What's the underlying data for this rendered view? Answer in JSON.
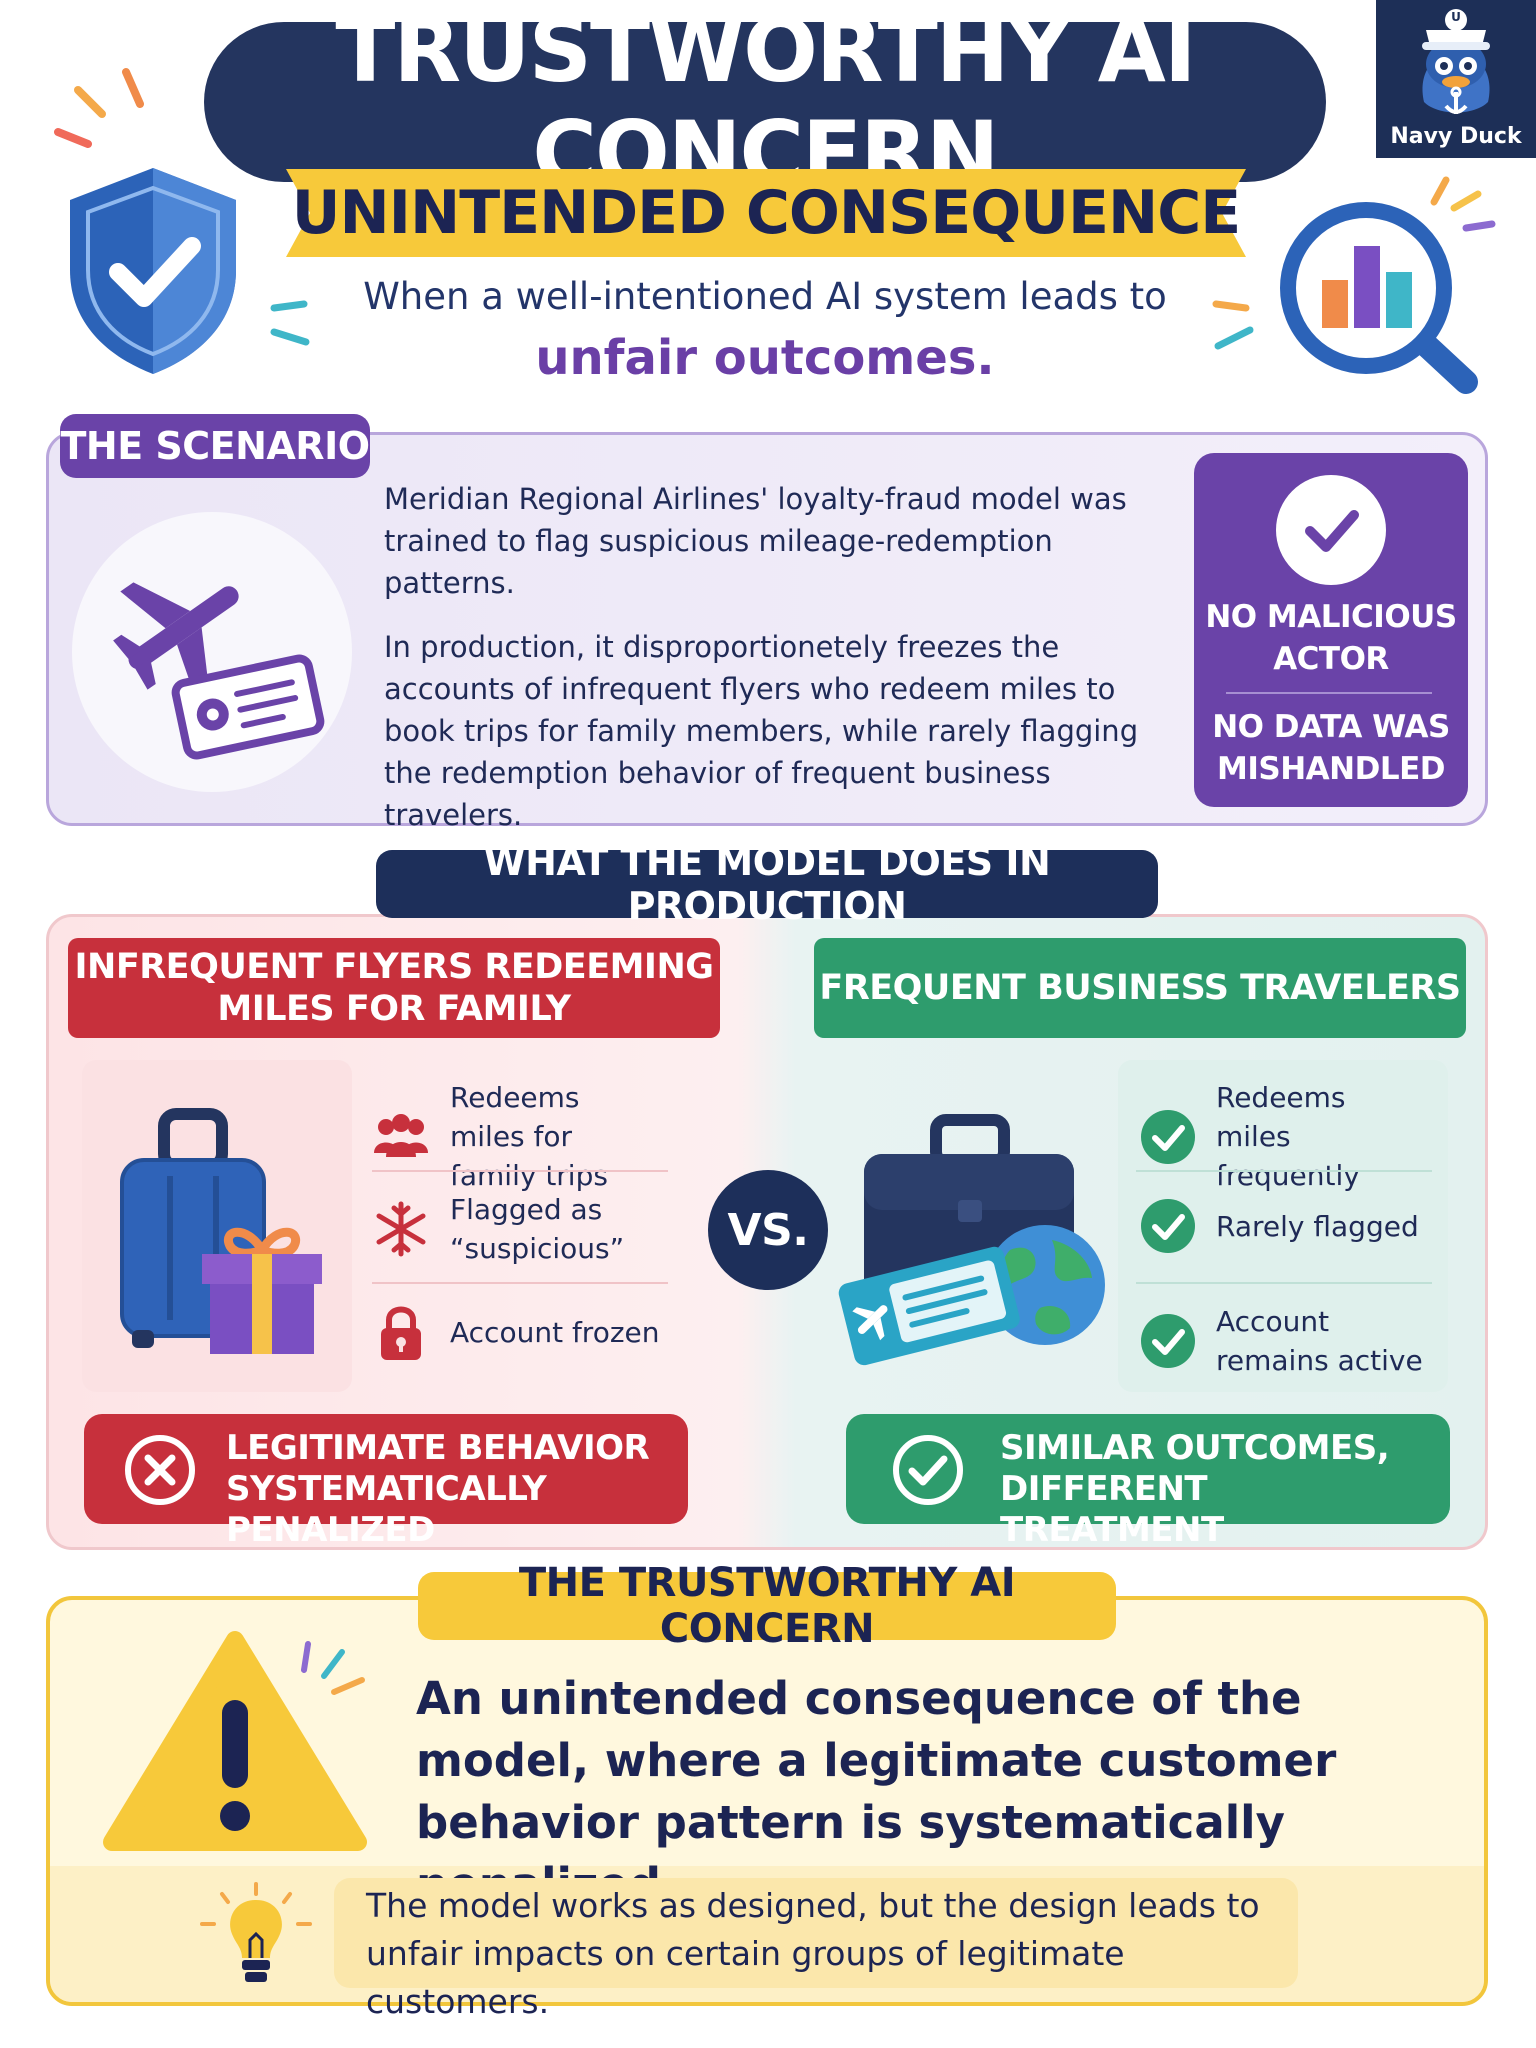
{
  "header": {
    "title": "TRUSTWORTHY AI CONCERN",
    "subtitle": "UNINTENDED CONSEQUENCE",
    "tagline_line1": "When a well-intentioned AI system leads to",
    "tagline_line2": "unfair outcomes."
  },
  "logo": {
    "label": "Navy Duck",
    "badge_letter": "U"
  },
  "scenario": {
    "tab_label": "THE SCENARIO",
    "paragraph1": "Meridian Regional Airlines' loyalty-fraud model was trained to flag suspicious mileage-redemption patterns.",
    "paragraph2": "In production, it disproportionetely freezes the accounts of infrequent flyers who redeem miles to book trips for family members, while rarely flagging the redemption behavior of frequent business travelers.",
    "fact1": "NO MALICIOUS ACTOR",
    "fact2": "NO DATA WAS MISHANDLED"
  },
  "production": {
    "tab_label": "WHAT THE MODEL DOES IN PRODUCTION",
    "vs_label": "VS.",
    "left": {
      "heading": "INFREQUENT FLYERS REDEEMING MILES FOR FAMILY",
      "items": [
        "Redeems miles for family trips",
        "Flagged as “suspicious”",
        "Account frozen"
      ],
      "result": "LEGITIMATE BEHAVIOR SYSTEMATICALLY PENALIZED"
    },
    "right": {
      "heading": "FREQUENT BUSINESS TRAVELERS",
      "items": [
        "Redeems miles frequently",
        "Rarely flagged",
        "Account remains active"
      ],
      "result": "SIMILAR OUTCOMES, DIFFERENT TREATMENT"
    }
  },
  "concern": {
    "tab_label": "THE TRUSTWORTHY AI CONCERN",
    "main_text": "An unintended consequence of the model, where a legitimate customer behavior pattern is systematically penalized.",
    "note": "The model works as designed, but the design leads to unfair impacts on certain groups of legitimate customers."
  },
  "colors": {
    "navy": "#24355f",
    "purple": "#6a43a8",
    "red": "#c7303c",
    "green": "#2e9c6d",
    "yellow": "#f7c93a"
  },
  "icons": [
    "shield-check-icon",
    "magnifier-chart-icon",
    "airplane-icon",
    "boarding-pass-icon",
    "check-circle-icon",
    "family-icon",
    "snowflake-icon",
    "lock-icon",
    "suitcase-icon",
    "gift-icon",
    "briefcase-icon",
    "globe-icon",
    "ticket-icon",
    "x-circle-icon",
    "warning-icon",
    "lightbulb-icon",
    "duck-mascot-icon"
  ]
}
